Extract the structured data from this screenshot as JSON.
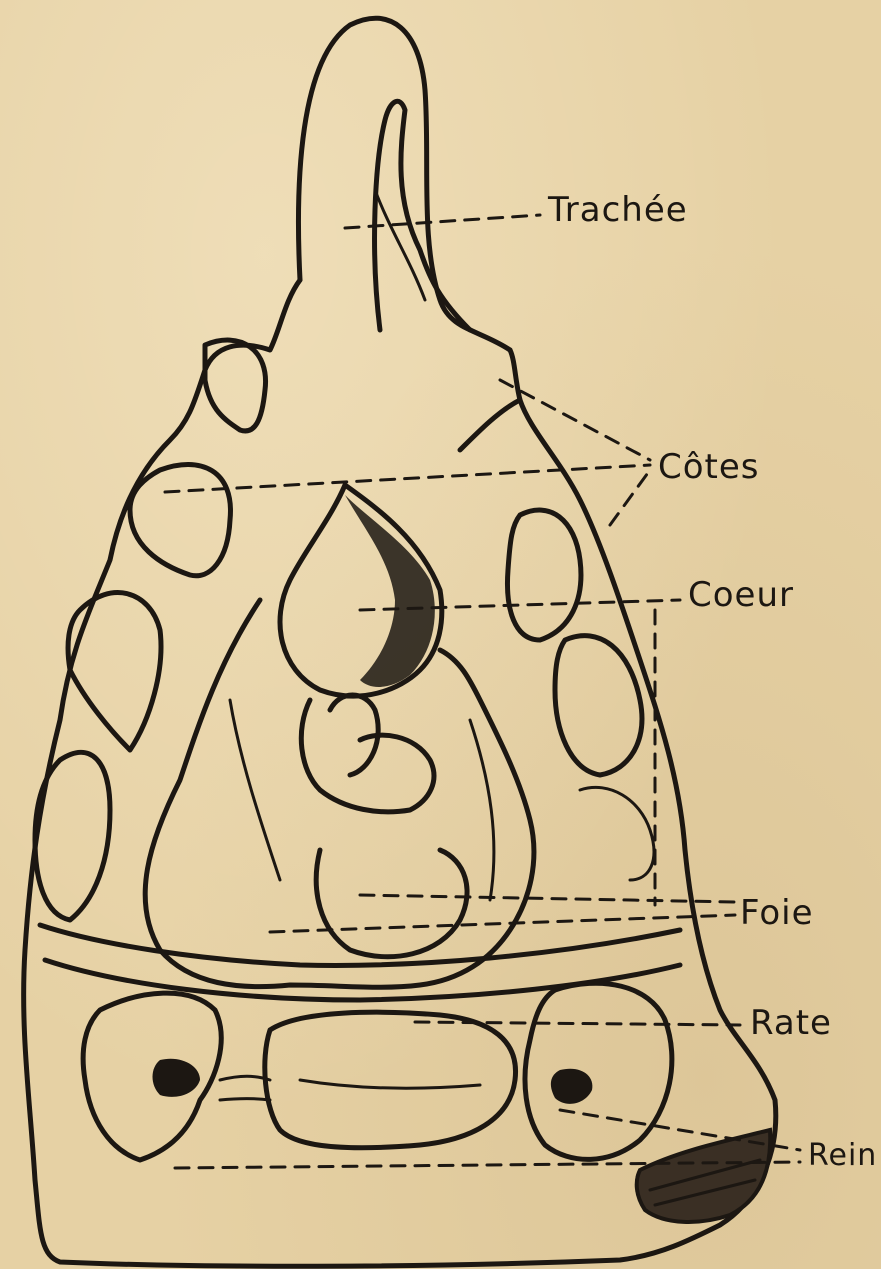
{
  "labels": {
    "trachee": "Trachée",
    "cotes": "Côtes",
    "coeur": "Coeur",
    "foie": "Foie",
    "rate": "Rate",
    "rein": "Rein"
  },
  "colors": {
    "paper": "#e6d1a4",
    "ink": "#1c1712"
  }
}
